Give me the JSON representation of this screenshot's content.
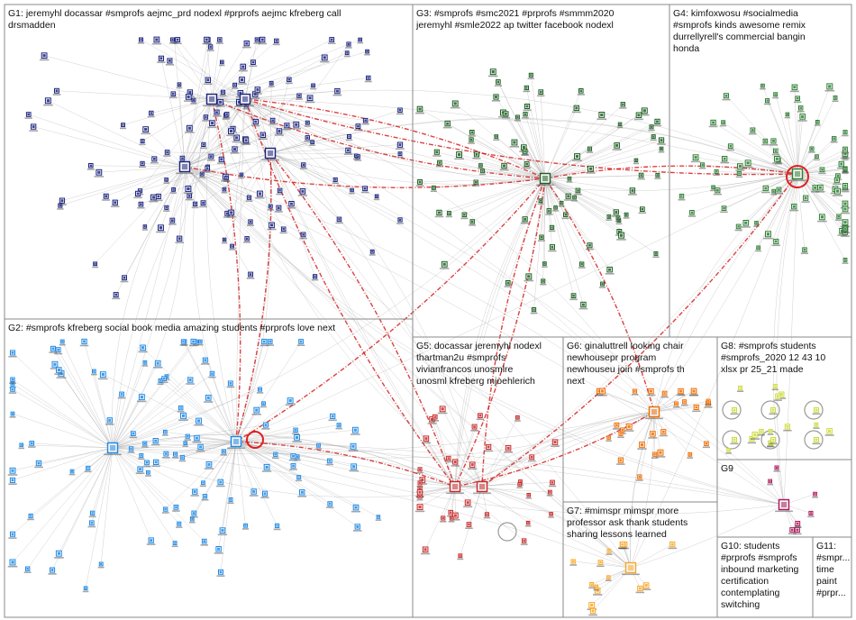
{
  "graph": {
    "colors": {
      "edge_gray": "#9a9a9a",
      "edge_red": "#d42020",
      "border": "#8a8a8a"
    },
    "groups": [
      {
        "id": "G1",
        "title_lines": [
          "G1: jeremyhl docassar #smprofs aejmc_prd nodexl #prprofs aejmc kfreberg call",
          "drsmadden"
        ],
        "color": "#1a237e"
      },
      {
        "id": "G2",
        "title_lines": [
          "G2: #smprofs kfreberg social book media amazing students #prprofs love next"
        ],
        "color": "#1e88e5"
      },
      {
        "id": "G3",
        "title_lines": [
          "G3: #smprofs #smc2021 #prprofs #smmm2020",
          "jeremyhl #smle2022 ap twitter facebook nodexl"
        ],
        "color": "#1b5e20"
      },
      {
        "id": "G4",
        "title_lines": [
          "G4: kimfoxwosu #socialmedia",
          "#smprofs kinds awesome remix",
          "durrellyrell's commercial bangin",
          "honda"
        ],
        "color": "#2e7d32"
      },
      {
        "id": "G5",
        "title_lines": [
          "G5: docassar jeremyhl nodexl",
          "thartman2u #smprofs",
          "vivianfrancos unosmlre",
          "unosml kfreberg mjoehlerich"
        ],
        "color": "#c62828"
      },
      {
        "id": "G6",
        "title_lines": [
          "G6: ginaluttrell looking chair",
          "newhousepr program",
          "newhouseu join #smprofs th",
          "next"
        ],
        "color": "#ef6c00"
      },
      {
        "id": "G7",
        "title_lines": [
          "G7: #mimspr mimspr more",
          "professor ask thank students",
          "sharing lessons learned"
        ],
        "color": "#f9a825"
      },
      {
        "id": "G8",
        "title_lines": [
          "G8: #smprofs students",
          "#smprofs_2020 12 43 10",
          "xlsx pr 25_21 made"
        ],
        "color": "#cddc39"
      },
      {
        "id": "G9",
        "title_lines": [
          "G9"
        ],
        "color": "#ad1457"
      },
      {
        "id": "G10",
        "title_lines": [
          "G10: students",
          "#prprofs #smprofs",
          "inbound marketing",
          "certification",
          "contemplating",
          "switching"
        ],
        "color": "#9e9e9e"
      },
      {
        "id": "G11",
        "title_lines": [
          "G11:",
          "#smpr...",
          "time",
          "paint",
          "#prpr..."
        ],
        "color": "#9e9e9e"
      }
    ]
  }
}
